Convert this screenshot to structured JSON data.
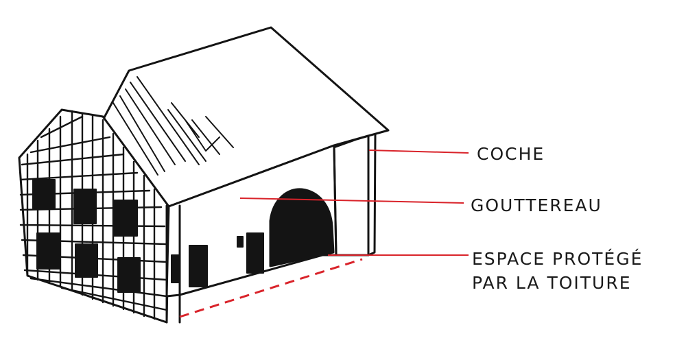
{
  "labels": {
    "coche": "COCHE",
    "goutterau": "GOUTTEREAU",
    "espace_line1": "ESPACE PROTÉGÉ",
    "espace_line2": "PAR LA TOITURE"
  },
  "colors": {
    "ink": "#141414",
    "leader": "#d9232a",
    "paper": "#ffffff"
  }
}
